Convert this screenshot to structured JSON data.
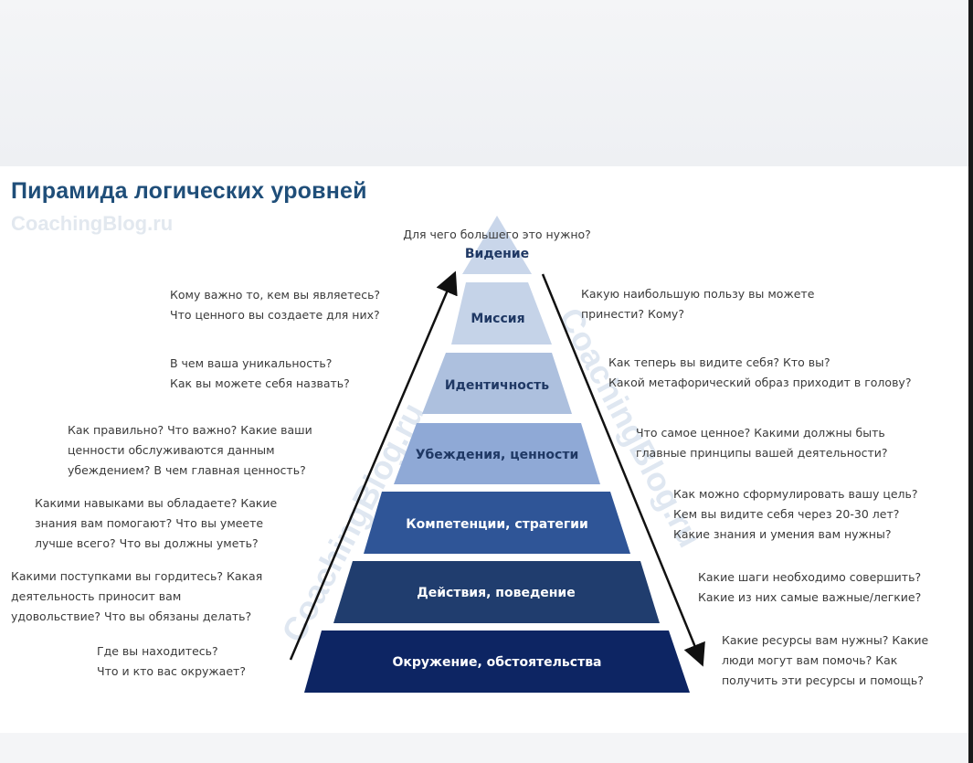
{
  "title": "Пирамида логических уровней",
  "watermark": "CoachingBlog.ru",
  "colors": {
    "title": "#1f4e79",
    "tier_vision": "#c5d3e8",
    "tier_mission": "#c5d3e8",
    "tier_identity": "#adc0de",
    "tier_beliefs": "#8fa9d6",
    "tier_competencies": "#2f5597",
    "tier_actions": "#203d6e",
    "tier_environment": "#0d2563",
    "dark_text": "#1f3864",
    "light_text": "#ffffff"
  },
  "pyramid": {
    "top_question": "Для чего большего это нужно?",
    "tiers": [
      {
        "label": "Видение"
      },
      {
        "label": "Миссия"
      },
      {
        "label": "Идентичность"
      },
      {
        "label": "Убеждения, ценности"
      },
      {
        "label": "Компетенции, стратегии"
      },
      {
        "label": "Действия, поведение"
      },
      {
        "label": "Окружение, обстоятельства"
      }
    ]
  },
  "left_questions": [
    {
      "lines": [
        "Кому важно то, кем вы являетесь?",
        "Что ценного вы создаете для них?"
      ]
    },
    {
      "lines": [
        "В чем ваша уникальность?",
        "Как вы можете себя назвать?"
      ]
    },
    {
      "lines": [
        "Как правильно? Что важно? Какие ваши",
        "ценности обслуживаются данным",
        "убеждением? В чем главная ценность?"
      ]
    },
    {
      "lines": [
        "Какими навыками вы обладаете? Какие",
        "знания вам помогают? Что вы умеете",
        "лучше всего? Что вы должны уметь?"
      ]
    },
    {
      "lines": [
        "Какими поступками вы гордитесь? Какая",
        "деятельность приносит вам",
        "удовольствие? Что вы обязаны делать?"
      ]
    },
    {
      "lines": [
        "Где вы находитесь?",
        "Что и кто вас окружает?"
      ]
    }
  ],
  "right_questions": [
    {
      "lines": [
        "Какую наибольшую пользу вы можете",
        "принести? Кому?"
      ]
    },
    {
      "lines": [
        "Как теперь вы видите себя? Кто вы?",
        "Какой метафорический образ приходит в голову?"
      ]
    },
    {
      "lines": [
        "Что самое ценное? Какими должны быть",
        "главные принципы вашей деятельности?"
      ]
    },
    {
      "lines": [
        "Как можно сформулировать вашу цель?",
        "Кем вы видите себя через 20-30 лет?",
        "Какие знания и умения вам нужны?"
      ]
    },
    {
      "lines": [
        "Какие шаги необходимо совершить?",
        "Какие из них самые важные/легкие?"
      ]
    },
    {
      "lines": [
        "Какие ресурсы вам нужны? Какие",
        "люди могут вам помочь? Как",
        "получить эти ресурсы и помощь?"
      ]
    }
  ],
  "arrows": {
    "left": "up",
    "right": "down"
  }
}
